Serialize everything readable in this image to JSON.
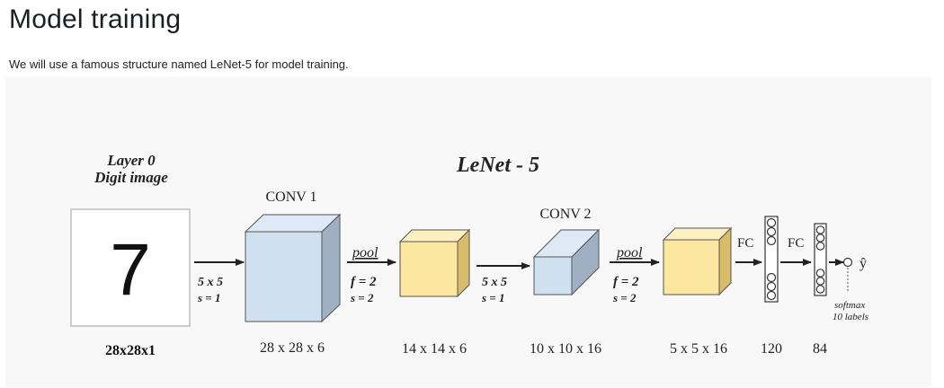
{
  "page": {
    "title": "Model training",
    "intro": "We will use a famous structure named LeNet-5 for model training."
  },
  "figure": {
    "title": "LeNet - 5",
    "input_label_line1": "Layer 0",
    "input_label_line2": "Digit image",
    "digit": "7",
    "layers": {
      "conv1_label": "CONV 1",
      "conv2_label": "CONV 2",
      "pool1_label": "pool",
      "pool2_label": "pool",
      "fc1_label": "FC",
      "fc2_label": "FC",
      "output_label": "ŷ",
      "softmax_line1": "softmax",
      "softmax_line2": "10 labels"
    },
    "ops": {
      "conv1_kernel": "5 x 5",
      "conv1_stride": "s = 1",
      "pool1_f": "f = 2",
      "pool1_stride": "s = 2",
      "conv2_kernel": "5 x 5",
      "conv2_stride": "s = 1",
      "pool2_f": "f = 2",
      "pool2_stride": "s = 2"
    },
    "dims": {
      "input": "28x28x1",
      "conv1": "28 x 28 x 6",
      "pool1": "14 x 14 x 6",
      "conv2": "10 x 10 x 16",
      "pool2": "5 x 5 x 16",
      "fc1": "120",
      "fc2": "84"
    },
    "colors": {
      "conv_front": "#cfe0f1",
      "conv_side": "#9fb0c3",
      "conv_top": "#dde9f6",
      "pool_front": "#fde6a0",
      "pool_side": "#d9bc6a",
      "pool_top": "#fff0c2",
      "line": "#222222"
    }
  }
}
